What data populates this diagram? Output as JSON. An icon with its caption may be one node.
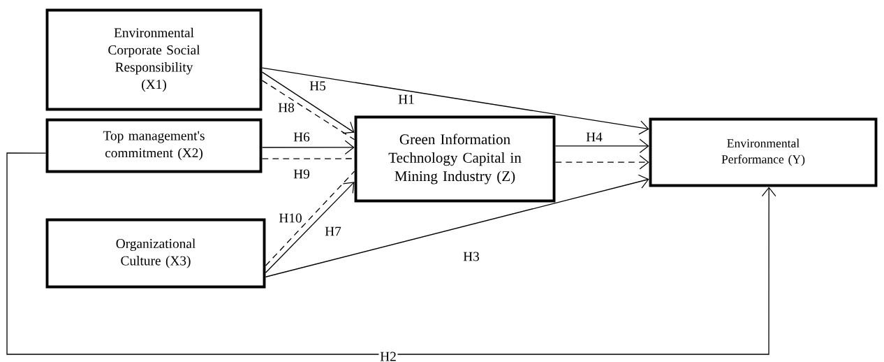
{
  "diagram": {
    "nodes": [
      {
        "text": [
          "Environmental Corporate Social Responsibility (X1)"
        ]
      },
      {
        "text": [
          "Top management's commitment (X2)"
        ]
      },
      {
        "text": [
          "Organizational Culture (X3)"
        ]
      },
      {
        "text": [
          "Green Information Technology Capital in Mining Industry (Z)"
        ]
      },
      {
        "text": [
          "Environmental Performance  (Y)"
        ]
      }
    ],
    "edges": [
      {
        "from": 0,
        "to": 4,
        "arrow": "to",
        "label": "H1"
      },
      {
        "from": 0,
        "to": 3,
        "arrow": "to",
        "label": "H5"
      },
      {
        "from": 0,
        "to": 3,
        "arrow": "none",
        "label": "H8",
        "style": "dashed"
      },
      {
        "from": 1,
        "to": 3,
        "arrow": "to",
        "label": "H6"
      },
      {
        "from": 1,
        "to": 3,
        "arrow": "none",
        "label": "H9",
        "style": "dashed"
      },
      {
        "from": 2,
        "to": 3,
        "arrow": "none",
        "label": "H10",
        "style": "dashed"
      },
      {
        "from": 2,
        "to": 3,
        "arrow": "to",
        "label": "H7"
      },
      {
        "from": 2,
        "to": 4,
        "arrow": "to",
        "label": "H3"
      },
      {
        "from": 3,
        "to": 4,
        "arrow": "to",
        "label": "H4"
      },
      {
        "from": 3,
        "to": 4,
        "arrow": "to",
        "style": "dashed"
      },
      {
        "from": 1,
        "to": 4,
        "arrow": "to",
        "label": "H2"
      }
    ]
  }
}
